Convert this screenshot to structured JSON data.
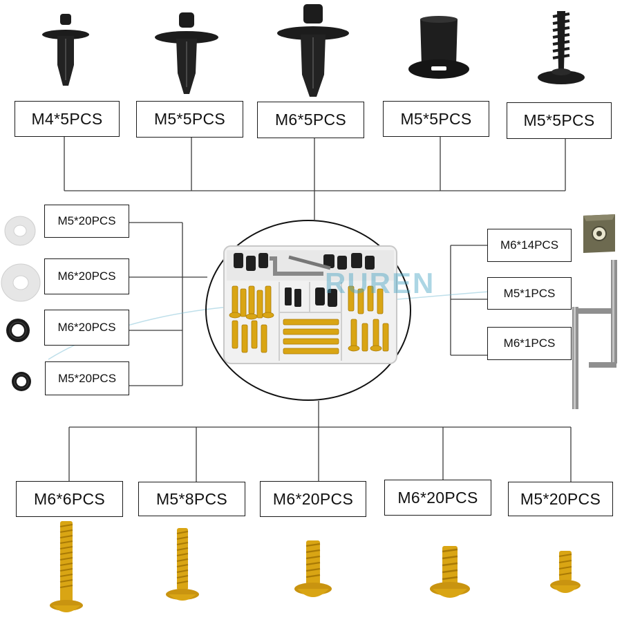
{
  "top_labels": [
    "M4*5PCS",
    "M5*5PCS",
    "M6*5PCS",
    "M5*5PCS",
    "M5*5PCS"
  ],
  "left_labels": [
    "M5*20PCS",
    "M6*20PCS",
    "M6*20PCS",
    "M5*20PCS"
  ],
  "right_labels": [
    "M6*14PCS",
    "M5*1PCS",
    "M6*1PCS"
  ],
  "bottom_labels": [
    "M6*6PCS",
    "M5*8PCS",
    "M6*20PCS",
    "M6*20PCS",
    "M5*20PCS"
  ],
  "watermark": "RUREN",
  "colors": {
    "gold": "#d9a514",
    "gold_dark": "#a97a05",
    "black_part": "#1c1c1c",
    "washer_white": "#e6e6e6",
    "line": "#3a3a3a"
  },
  "icons": {
    "top": [
      "push-rivet-icon",
      "push-rivet-icon",
      "push-rivet-icon",
      "well-nut-icon",
      "self-tapping-screw-icon"
    ],
    "left": [
      "nylon-washer-icon",
      "nylon-washer-icon",
      "rubber-grommet-icon",
      "rubber-grommet-icon"
    ],
    "right": [
      "speed-nut-clip-icon",
      "hex-key-icon"
    ],
    "center": "storage-box-kit-icon",
    "bottom": [
      "gold-bolt-icon",
      "gold-bolt-icon",
      "gold-bolt-icon",
      "gold-bolt-icon",
      "gold-bolt-icon"
    ]
  }
}
